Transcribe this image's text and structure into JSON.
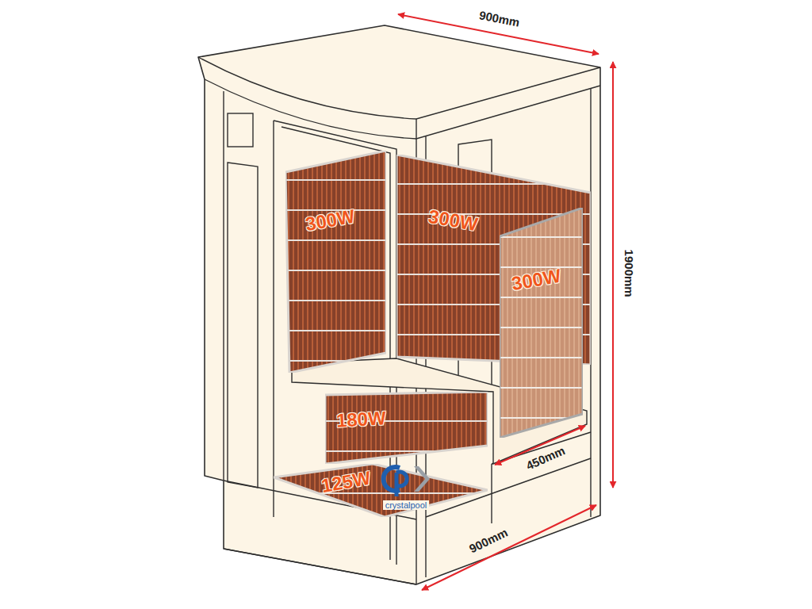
{
  "diagram": {
    "nodes": [
      {
        "text": [
          "300W"
        ]
      },
      {
        "text": [
          "300W"
        ]
      },
      {
        "text": [
          "300W"
        ]
      },
      {
        "text": [
          "180W"
        ]
      },
      {
        "text": [
          "125W"
        ]
      }
    ],
    "labels": [
      "900mm",
      "1900mm",
      "450mm",
      "900mm",
      "crystalpool"
    ]
  }
}
